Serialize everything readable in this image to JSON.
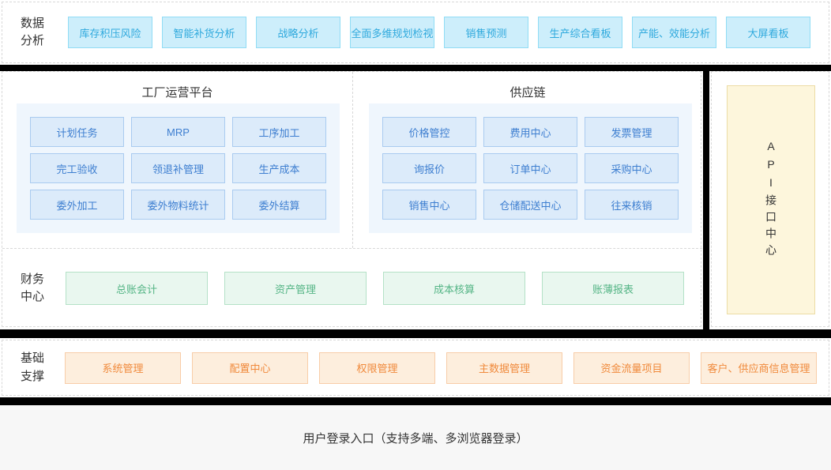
{
  "data_analysis": {
    "label": "数据分析",
    "items": [
      "库存积压风险",
      "智能补货分析",
      "战略分析",
      "全面多维规划检视",
      "销售预测",
      "生产综合看板",
      "产能、效能分析",
      "大屏看板"
    ]
  },
  "factory": {
    "title": "工厂运营平台",
    "items": [
      "计划任务",
      "MRP",
      "工序加工",
      "完工验收",
      "领退补管理",
      "生产成本",
      "委外加工",
      "委外物料统计",
      "委外结算"
    ]
  },
  "supply": {
    "title": "供应链",
    "items": [
      "价格管控",
      "费用中心",
      "发票管理",
      "询报价",
      "订单中心",
      "采购中心",
      "销售中心",
      "仓储配送中心",
      "往来核销"
    ]
  },
  "api": {
    "title": "API接口中心"
  },
  "finance": {
    "label": "财务中心",
    "items": [
      "总账会计",
      "资产管理",
      "成本核算",
      "账薄报表"
    ]
  },
  "base": {
    "label": "基础支撑",
    "items": [
      "系统管理",
      "配置中心",
      "权限管理",
      "主数据管理",
      "资金流量项目",
      "客户、供应商信息管理"
    ]
  },
  "login": {
    "text": "用户登录入口（支持多端、多浏览器登录）"
  },
  "colors": {
    "cyan_bg": "#cdeefb",
    "cyan_border": "#90dcf5",
    "cyan_text": "#2fa9dd",
    "blue_bg": "#dcebfa",
    "blue_border": "#a9cbf0",
    "blue_text": "#3d7ed0",
    "panel_bg": "#eff6fd",
    "green_bg": "#e9f7ef",
    "green_border": "#b4e1c7",
    "green_text": "#55b586",
    "orange_bg": "#fdeedd",
    "orange_border": "#f8cda8",
    "orange_text": "#f08a3c",
    "yellow_bg": "#fdf6dc",
    "yellow_border": "#ecdca5",
    "frame": "#000000",
    "dashed_border": "#d8d8d8",
    "login_bg": "#f7f7f7",
    "text": "#333333"
  }
}
